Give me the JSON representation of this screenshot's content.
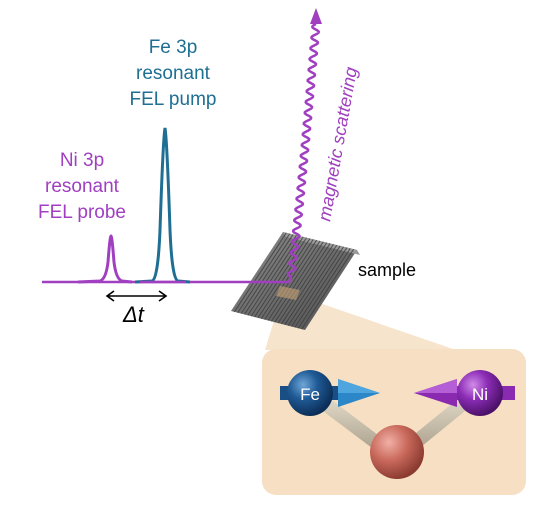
{
  "labels": {
    "pump": [
      "Fe 3p",
      "resonant",
      "FEL pump"
    ],
    "probe": [
      "Ni 3p",
      "resonant",
      "FEL probe"
    ],
    "delay_symbol": "Δt",
    "scattered": "magnetic scattering",
    "sample": "sample",
    "atom_fe": "Fe",
    "atom_ni": "Ni"
  },
  "colors": {
    "pump": "#1f6f93",
    "probe": "#a040c0",
    "text_dark": "#000000",
    "inset_bg": "#f6dfc3",
    "sample": "#6f6f6f",
    "fe_atom": "#1a4f86",
    "ni_atom": "#8a2ab0",
    "o_atom": "#c8685a",
    "bond": "#c6bca8"
  }
}
